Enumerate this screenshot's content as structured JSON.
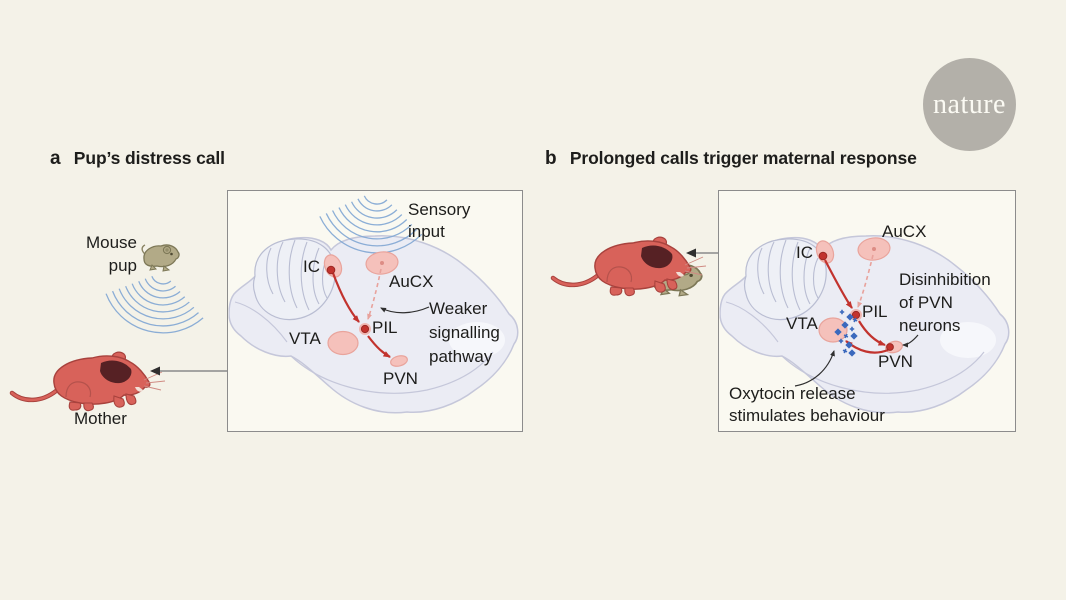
{
  "logo": {
    "text": "nature"
  },
  "panel_a": {
    "label": "a",
    "title": "Pup’s distress call",
    "pup_label_line1": "Mouse",
    "pup_label_line2": "pup",
    "mother_label": "Mother",
    "sensory_line1": "Sensory",
    "sensory_line2": "input",
    "region_ic": "IC",
    "region_aucx": "AuCX",
    "region_pil": "PIL",
    "region_vta": "VTA",
    "region_pvn": "PVN",
    "weaker_line1": "Weaker",
    "weaker_line2": "signalling",
    "weaker_line3": "pathway"
  },
  "panel_b": {
    "label": "b",
    "title": "Prolonged calls trigger maternal response",
    "region_ic": "IC",
    "region_aucx": "AuCX",
    "region_pil": "PIL",
    "region_vta": "VTA",
    "region_pvn": "PVN",
    "disinhibition_line1": "Disinhibition",
    "disinhibition_line2": "of PVN",
    "disinhibition_line3": "neurons",
    "oxytocin_line1": "Oxytocin release",
    "oxytocin_line2": "stimulates behaviour"
  },
  "colors": {
    "background": "#f4f2e8",
    "panel_fill": "#faf9f1",
    "panel_border": "#8c8c8c",
    "signal_red": "#c2332e",
    "weak_signal_pink": "#e8a29c",
    "brain_region_pink": "#f5c1bb",
    "sound_wave_blue": "#86aad5",
    "oxytocin_blue": "#3b69bd",
    "mother_red": "#d8625a",
    "pup_beige": "#b2aa87",
    "logo_gray": "#b3b0a9"
  }
}
